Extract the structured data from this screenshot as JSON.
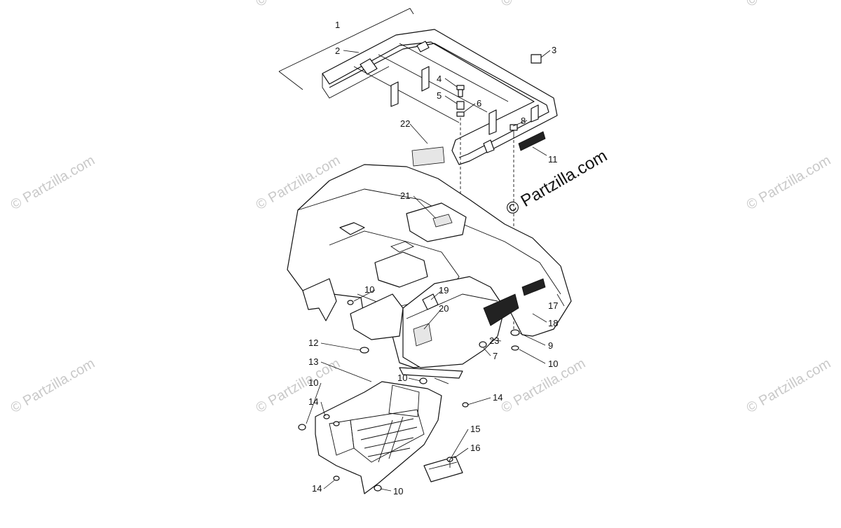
{
  "watermark": {
    "text": "© Partzilla.com"
  },
  "callouts": [
    {
      "id": "1",
      "text": "1"
    },
    {
      "id": "2",
      "text": "2"
    },
    {
      "id": "3",
      "text": "3"
    },
    {
      "id": "4",
      "text": "4"
    },
    {
      "id": "5",
      "text": "5"
    },
    {
      "id": "6",
      "text": "6"
    },
    {
      "id": "7",
      "text": "7"
    },
    {
      "id": "8",
      "text": "8"
    },
    {
      "id": "9",
      "text": "9"
    },
    {
      "id": "10a",
      "text": "10"
    },
    {
      "id": "10b",
      "text": "10"
    },
    {
      "id": "10c",
      "text": "10"
    },
    {
      "id": "10d",
      "text": "10"
    },
    {
      "id": "10e",
      "text": "10"
    },
    {
      "id": "11",
      "text": "11"
    },
    {
      "id": "12",
      "text": "12"
    },
    {
      "id": "13",
      "text": "13"
    },
    {
      "id": "14a",
      "text": "14"
    },
    {
      "id": "14b",
      "text": "14"
    },
    {
      "id": "14c",
      "text": "14"
    },
    {
      "id": "15",
      "text": "15"
    },
    {
      "id": "16",
      "text": "16"
    },
    {
      "id": "17",
      "text": "17"
    },
    {
      "id": "18",
      "text": "18"
    },
    {
      "id": "19",
      "text": "19"
    },
    {
      "id": "20",
      "text": "20"
    },
    {
      "id": "21",
      "text": "21"
    },
    {
      "id": "22",
      "text": "22"
    },
    {
      "id": "23",
      "text": "23"
    }
  ]
}
